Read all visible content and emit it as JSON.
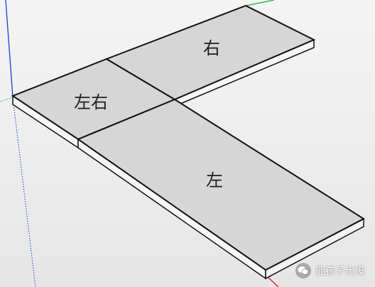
{
  "scene": {
    "slab_labels": {
      "top_right": "右",
      "corner": "左右",
      "bottom": "左"
    },
    "axis_colors": {
      "blue": "#1f3bd6",
      "green": "#1fae3a",
      "red": "#d62020"
    },
    "slab_top_color": "#d6d6d6",
    "slab_side_color": "#f6f6f6",
    "edge_color": "#111111"
  },
  "watermark": {
    "text": "能孩子出没",
    "icon": "wechat-bubble-icon"
  }
}
